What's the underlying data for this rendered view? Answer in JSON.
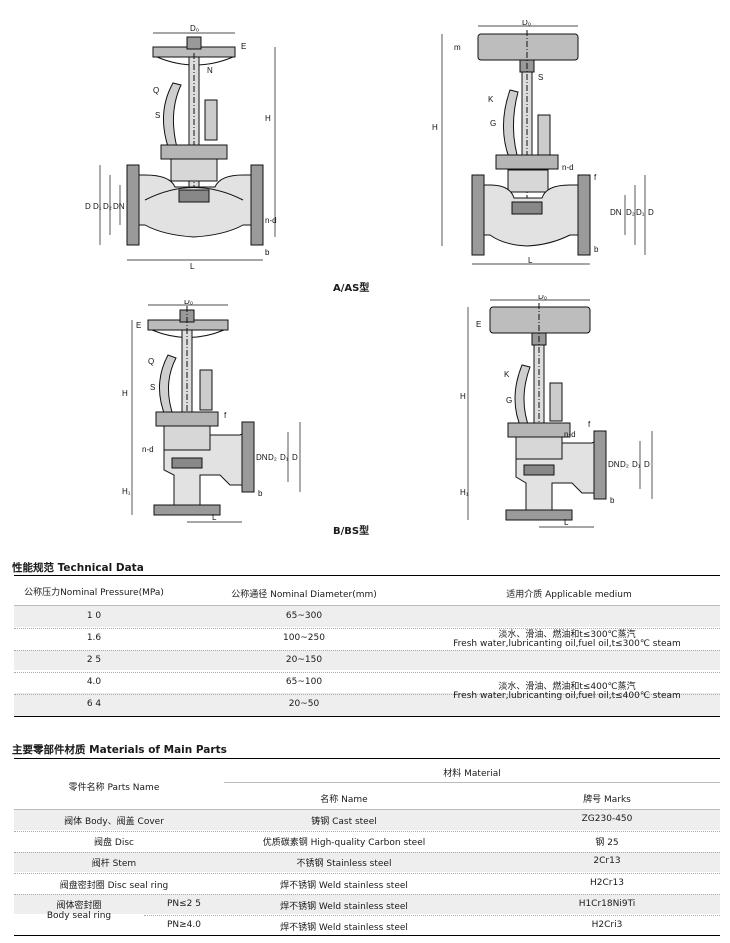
{
  "drawings": {
    "top_caption": "A/AS型",
    "bottom_caption": "B/BS型",
    "labels": {
      "a1": {
        "do": "D₀",
        "e": "E",
        "h": "H",
        "q": "Q",
        "s": "S",
        "n": "N",
        "d": "D",
        "d1": "D₁",
        "d2": "D₂",
        "dn": "DN",
        "b": "b",
        "l": "L",
        "nd": "n-d"
      },
      "a2": {
        "do": "D₀",
        "m": "m",
        "h": "H",
        "k": "K",
        "g": "G",
        "s": "S",
        "nd": "n-d",
        "d": "D",
        "d1": "D₁",
        "d2": "D₂",
        "dn": "DN",
        "f": "f",
        "b": "b",
        "l": "L"
      },
      "b1": {
        "do": "D₀",
        "e": "E",
        "h": "H",
        "h1": "H₁",
        "q": "Q",
        "s": "S",
        "f": "f",
        "nd": "n-d",
        "d": "D",
        "d1": "D₁",
        "d2": "D₂",
        "dn": "DN",
        "b": "b",
        "l": "L"
      },
      "b2": {
        "do": "D₀",
        "e": "E",
        "h": "H",
        "h1": "H₁",
        "k": "K",
        "g": "G",
        "f": "f",
        "nd": "n-d",
        "d": "D",
        "d1": "D₁",
        "d2": "D₂",
        "dn": "DN",
        "b": "b",
        "l": "L"
      }
    }
  },
  "technical": {
    "title": "性能规范 Technical Data",
    "headers": [
      "公称压力Nominal Pressure(MPa)",
      "公称通径 Nominal Diameter(mm)",
      "适用介质 Applicable medium"
    ],
    "rows": [
      {
        "pressure": "1 0",
        "diameter": "65~300"
      },
      {
        "pressure": "1.6",
        "diameter": "100~250"
      },
      {
        "pressure": "2 5",
        "diameter": "20~150"
      },
      {
        "pressure": "4.0",
        "diameter": "65~100"
      },
      {
        "pressure": "6 4",
        "diameter": "20~50"
      }
    ],
    "medium_1": {
      "cn": "淡水、滑油、燃油和t≤300℃蒸汽",
      "en": "Fresh water,lubricanting oil,fuel oil,t≤300℃ steam"
    },
    "medium_2": {
      "cn": "淡水、滑油、燃油和t≤400℃蒸汽",
      "en": "Fresh water,lubricanting oil,fuel oil,t≤400℃ steam"
    }
  },
  "materials": {
    "title": "主要零部件材质  Materials of Main Parts",
    "header_parts": "零件名称  Parts Name",
    "header_material": "材料 Material",
    "header_name": "名称  Name",
    "header_marks": "牌号  Marks",
    "rows": [
      {
        "part": "阀体  Body、阀盖 Cover",
        "name": "铸钢  Cast steel",
        "marks": "ZG230-450"
      },
      {
        "part": "阀盘  Disc",
        "name": "优质碳素钢  High-quality Carbon steel",
        "marks": "钢  25"
      },
      {
        "part": "阀杆  Stem",
        "name": "不锈钢  Stainless steel",
        "marks": "2Cr13"
      },
      {
        "part": "阀盘密封圈  Disc seal ring",
        "name": "焊不锈钢  Weld stainless steel",
        "marks": "H2Cr13"
      }
    ],
    "body_seal": {
      "part_cn": "阀体密封圈",
      "part_en": "Body seal ring",
      "rows": [
        {
          "cond": "PN≤2 5",
          "name": "焊不锈钢  Weld stainless steel",
          "marks": "H1Cr18Ni9Ti"
        },
        {
          "cond": "PN≥4.0",
          "name": "焊不锈钢  Weld stainless steel",
          "marks": "H2Cri3"
        }
      ]
    }
  }
}
